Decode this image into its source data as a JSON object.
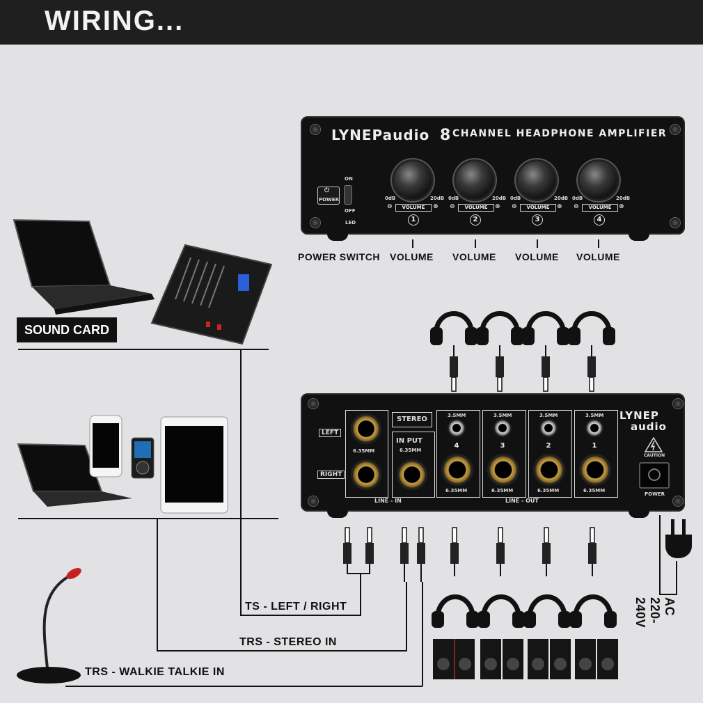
{
  "header": {
    "title": "WIRING..."
  },
  "front_panel": {
    "brand": "LYNEPaudio",
    "channel_count": "8",
    "title": "CHANNEL HEADPHONE AMPLIFIER",
    "power_button": "POWER",
    "switch_on": "ON",
    "switch_off": "OFF",
    "led": "LED",
    "knobs": [
      {
        "min": "0dB",
        "max": "20dB",
        "label": "VOLUME",
        "minus": "⊖",
        "plus": "⊕",
        "number": "1"
      },
      {
        "min": "0dB",
        "max": "20dB",
        "label": "VOLUME",
        "minus": "⊖",
        "plus": "⊕",
        "number": "2"
      },
      {
        "min": "0dB",
        "max": "20dB",
        "label": "VOLUME",
        "minus": "⊖",
        "plus": "⊕",
        "number": "3"
      },
      {
        "min": "0dB",
        "max": "20dB",
        "label": "VOLUME",
        "minus": "⊖",
        "plus": "⊕",
        "number": "4"
      }
    ]
  },
  "callouts": {
    "power_switch": "POWER SWITCH",
    "volume_labels": [
      "VOLUME",
      "VOLUME",
      "VOLUME",
      "VOLUME"
    ]
  },
  "sources": {
    "sound_card": "SOUND CARD"
  },
  "back_panel": {
    "left": "LEFT",
    "right": "RIGHT",
    "line_in_size": "6.35MM",
    "stereo": "STEREO",
    "input": "IN PUT",
    "input_size": "6.35MM",
    "small_size": "3.5MM",
    "large_size": "6.35MM",
    "channels": [
      "4",
      "3",
      "2",
      "1"
    ],
    "line_in_label": "LINE - IN",
    "line_out_label": "LINE - OUT",
    "brand_top": "LYNEP",
    "brand_bottom": "audio",
    "caution": "CAUTION",
    "power": "POWER"
  },
  "connections": {
    "ts": "TS - LEFT / RIGHT",
    "trs_stereo": "TRS  -  STEREO IN",
    "trs_walkie": "TRS  -  WALKIE  TALKIE IN",
    "ac": "AC 220-240V"
  }
}
